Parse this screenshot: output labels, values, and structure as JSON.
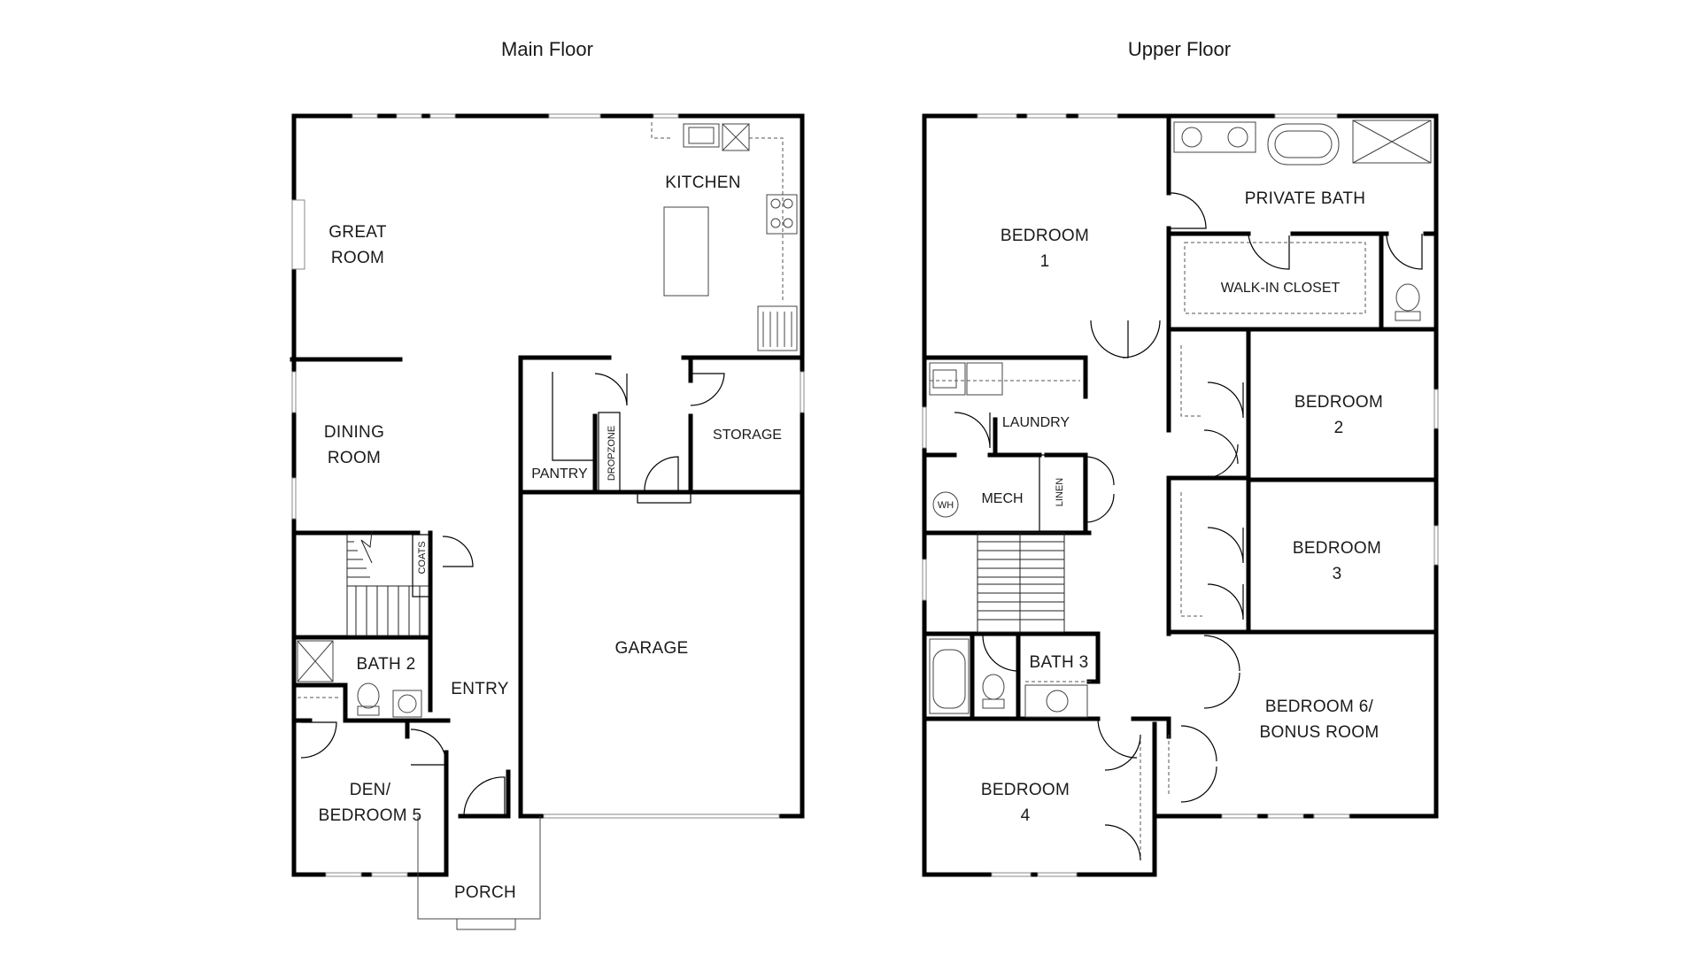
{
  "floors": {
    "main": {
      "title": "Main Floor",
      "rooms": {
        "great_room": [
          "GREAT",
          "ROOM"
        ],
        "kitchen": "KITCHEN",
        "dining_room": [
          "DINING",
          "ROOM"
        ],
        "pantry": "PANTRY",
        "dropzone": "DROPZONE",
        "storage": "STORAGE",
        "coats": "COATS",
        "bath_2": "BATH 2",
        "entry": "ENTRY",
        "garage": "GARAGE",
        "den": [
          "DEN/",
          "BEDROOM 5"
        ],
        "porch": "PORCH"
      }
    },
    "upper": {
      "title": "Upper Floor",
      "rooms": {
        "bedroom_1": [
          "BEDROOM",
          "1"
        ],
        "private_bath": "PRIVATE BATH",
        "walk_in_closet": "WALK-IN CLOSET",
        "bedroom_2": [
          "BEDROOM",
          "2"
        ],
        "laundry": "LAUNDRY",
        "mech": "MECH",
        "wh": "WH",
        "linen": "LINEN",
        "bedroom_3": [
          "BEDROOM",
          "3"
        ],
        "bath_3": "BATH 3",
        "bedroom_6": [
          "BEDROOM 6/",
          "BONUS ROOM"
        ],
        "bedroom_4": [
          "BEDROOM",
          "4"
        ]
      }
    }
  }
}
